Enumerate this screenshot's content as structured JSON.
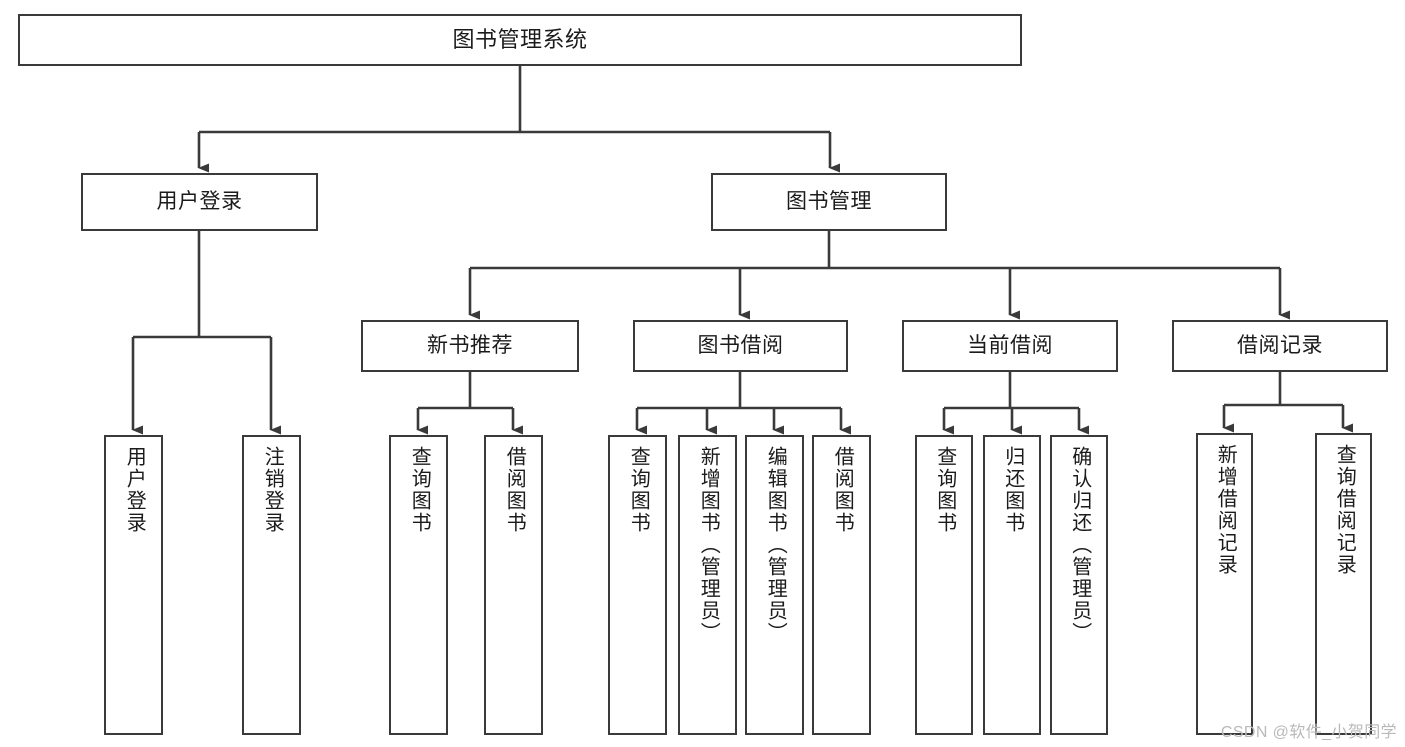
{
  "diagram": {
    "title": "图书管理系统",
    "type": "功能结构图",
    "colors": {
      "background": "#ffffff",
      "node_fill": "#ffffff",
      "node_border": "#3a3a3a",
      "edge": "#3a3a3a",
      "text": "#1b1b1b",
      "watermark": "#b9b9b9"
    },
    "levels": {
      "root": "图书管理系统",
      "level2": [
        "用户登录",
        "图书管理"
      ],
      "level3": [
        "新书推荐",
        "图书借阅",
        "当前借阅",
        "借阅记录"
      ]
    }
  },
  "nodes": {
    "root": {
      "label": "图书管理系统"
    },
    "user_login": {
      "label": "用户登录"
    },
    "book_manage": {
      "label": "图书管理"
    },
    "new_book_rec": {
      "label": "新书推荐"
    },
    "book_borrow": {
      "label": "图书借阅"
    },
    "current_borrow": {
      "label": "当前借阅"
    },
    "borrow_record": {
      "label": "借阅记录"
    },
    "leaf_user_login": {
      "label": "用户登录"
    },
    "leaf_user_logout": {
      "label": "注销登录"
    },
    "leaf_rec_query_book": {
      "label": "查询图书"
    },
    "leaf_rec_borrow_book": {
      "label": "借阅图书"
    },
    "leaf_bb_query_book": {
      "label": "查询图书"
    },
    "leaf_bb_add_book": {
      "label": "新增图书（管理员）"
    },
    "leaf_bb_edit_book": {
      "label": "编辑图书（管理员）"
    },
    "leaf_bb_borrow_book": {
      "label": "借阅图书"
    },
    "leaf_cb_query_book": {
      "label": "查询图书"
    },
    "leaf_cb_return_book": {
      "label": "归还图书"
    },
    "leaf_cb_confirm_return": {
      "label": "确认归还（管理员）"
    },
    "leaf_br_add_record": {
      "label": "新增借阅记录"
    },
    "leaf_br_query_record": {
      "label": "查询借阅记录"
    }
  },
  "watermark": {
    "text": "CSDN @软件_小贺同学"
  }
}
